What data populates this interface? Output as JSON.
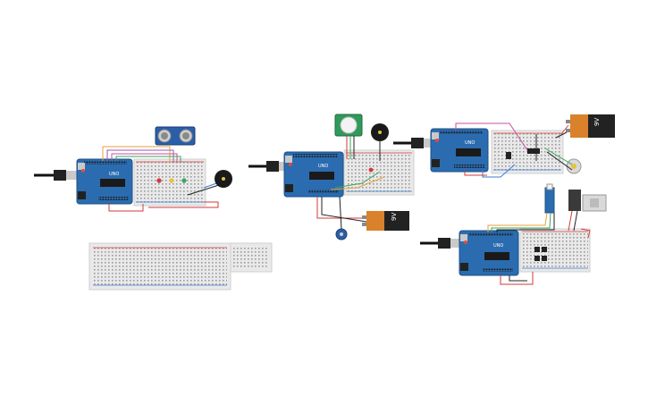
{
  "labels": {
    "arduino_brand": "UNO",
    "battery_1": "9V",
    "battery_2": "9V"
  },
  "colors": {
    "background": "#ffffff",
    "arduino_board": "#2b6cb0",
    "breadboard": "#e9e9e9",
    "battery_body": "#d9822b",
    "battery_cap": "#222222",
    "wire_red": "#d33a3a",
    "wire_orange": "#e8a23a",
    "wire_purple": "#9b59b6",
    "wire_green": "#3aa55a",
    "wire_magenta": "#c44fa0",
    "wire_gray": "#888888",
    "wire_blue": "#3a7bd5"
  },
  "icons": [
    "usb-cable-icon",
    "buzzer-icon",
    "ultrasonic-sensor-icon",
    "pir-sensor-icon",
    "potentiometer-icon",
    "battery-icon",
    "dc-motor-icon",
    "servo-icon",
    "relay-icon",
    "led-icon"
  ]
}
